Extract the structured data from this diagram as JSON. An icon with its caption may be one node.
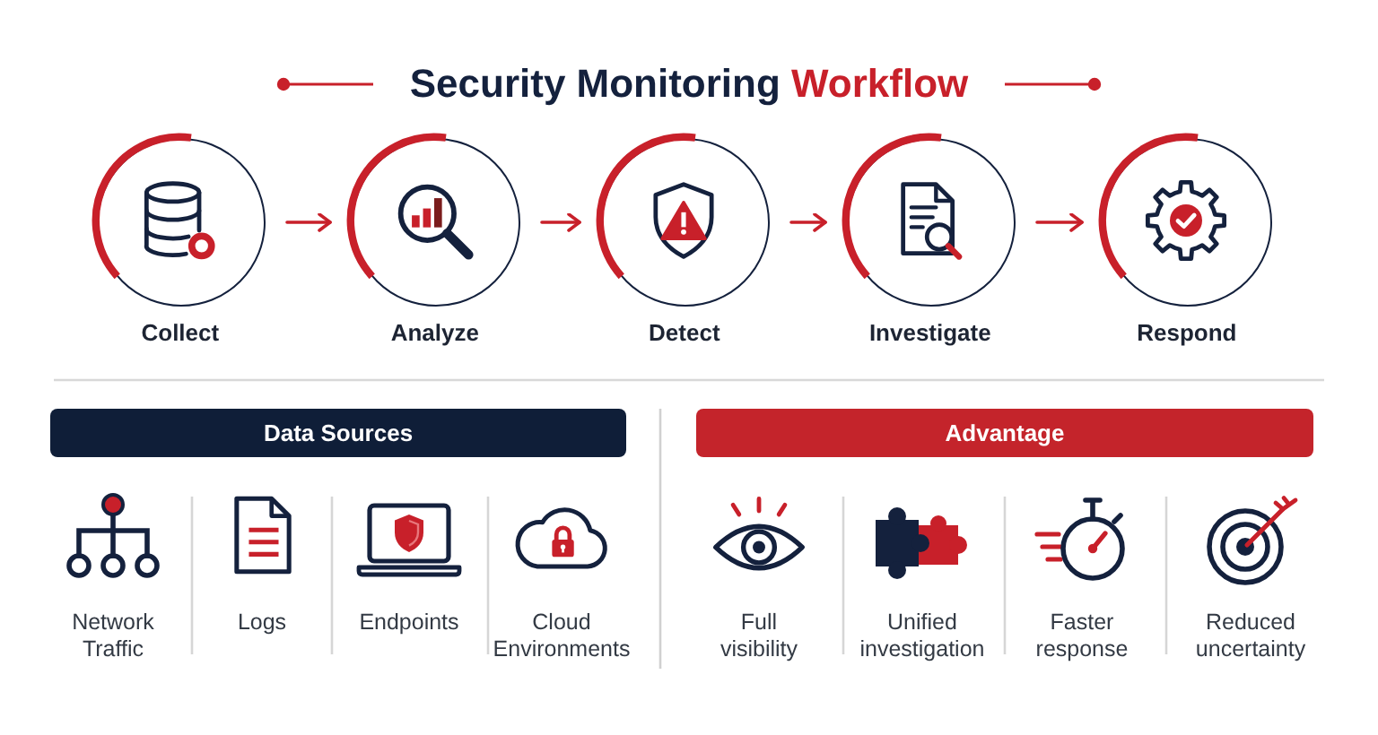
{
  "diagram": {
    "title": "Security Monitoring Workflow",
    "nodes": [
      {
        "text": [
          "Collect"
        ]
      },
      {
        "text": [
          "Analyze"
        ]
      },
      {
        "text": [
          "Detect"
        ]
      },
      {
        "text": [
          "Investigate"
        ]
      },
      {
        "text": [
          "Respond"
        ]
      },
      {
        "text": [
          "Data Sources"
        ]
      },
      {
        "text": [
          "Advantage"
        ]
      }
    ],
    "edges": [
      {
        "from": 0,
        "to": 1,
        "arrow": "to"
      },
      {
        "from": 1,
        "to": 2,
        "arrow": "to"
      },
      {
        "from": 2,
        "to": 3,
        "arrow": "to"
      },
      {
        "from": 3,
        "to": 4,
        "arrow": "to"
      }
    ],
    "labels": [
      "Network Traffic",
      "Logs",
      "Endpoints",
      "Cloud Environments",
      "Full visibility",
      "Unified investigation",
      "Faster response",
      "Reduced uncertainty"
    ]
  }
}
